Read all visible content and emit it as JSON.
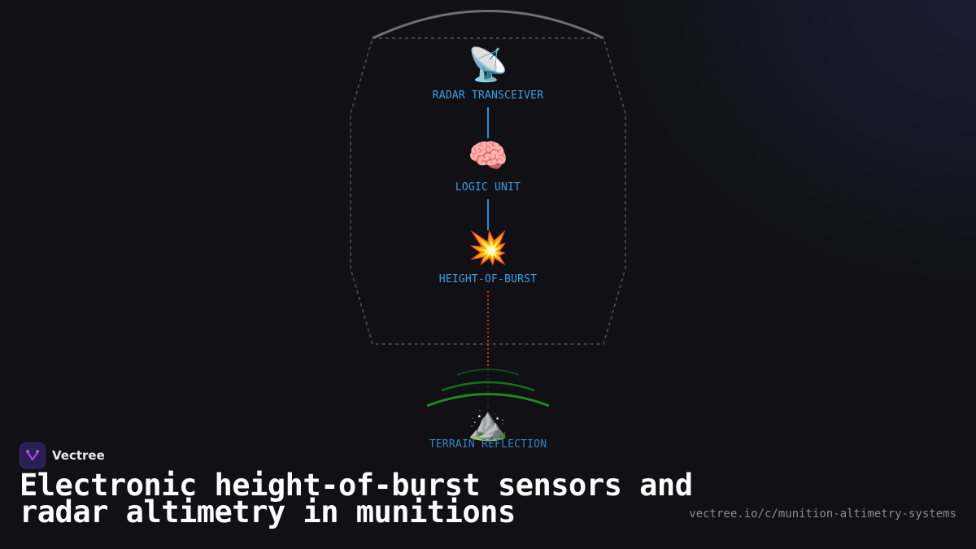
{
  "diagram": {
    "nodes": [
      {
        "id": "radar",
        "icon": "satellite-antenna",
        "glyph": "📡",
        "label": "RADAR TRANSCEIVER"
      },
      {
        "id": "logic",
        "icon": "brain",
        "glyph": "🧠",
        "label": "LOGIC UNIT"
      },
      {
        "id": "burst",
        "icon": "collision",
        "glyph": "💥",
        "label": "HEIGHT-OF-BURST"
      },
      {
        "id": "terrain",
        "icon": "mountain",
        "glyph": "⛰️",
        "label": "TERRAIN REFLECTION"
      }
    ],
    "colors": {
      "label": "#3aa0e8",
      "connector": "#2f8fe0",
      "signal_path": "#e02525",
      "reflection_waves": "#1f8a1f",
      "outline": "#55555c"
    }
  },
  "brand": {
    "name": "Vectree",
    "logo_icon": "vectree-logo"
  },
  "headline": "Electronic height-of-burst sensors and radar altimetry in munitions",
  "url": "vectree.io/c/munition-altimetry-systems"
}
